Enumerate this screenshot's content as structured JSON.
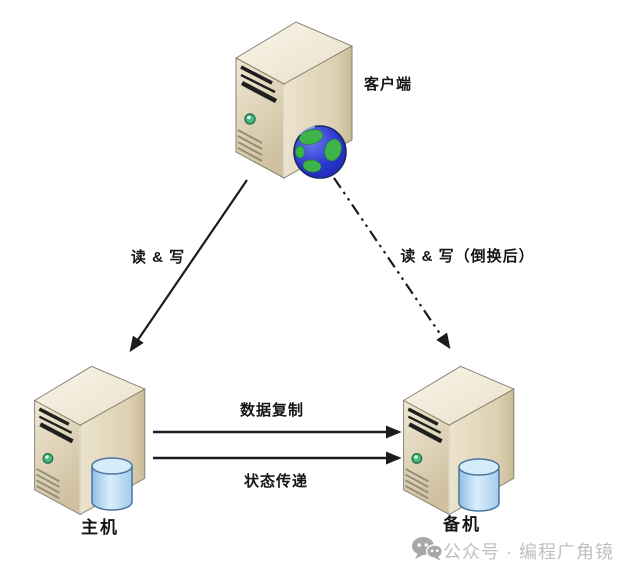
{
  "diagram": {
    "title_context": "primary-backup replication topology",
    "nodes": {
      "client": {
        "label": "客户端"
      },
      "primary": {
        "label": "主机"
      },
      "backup": {
        "label": "备机"
      }
    },
    "edges": {
      "read_write": {
        "label": "读 & 写",
        "style": "solid",
        "from": "client",
        "to": "primary"
      },
      "read_write_switchover": {
        "label": "读 & 写（倒换后）",
        "style": "dash-dot",
        "from": "client",
        "to": "backup"
      },
      "data_replication": {
        "label": "数据复制",
        "style": "solid",
        "from": "primary",
        "to": "backup"
      },
      "state_transfer": {
        "label": "状态传递",
        "style": "solid",
        "from": "primary",
        "to": "backup"
      }
    },
    "watermark": {
      "icon": "wechat-icon",
      "text": "公众号 · 编程广角镜",
      "color": "#c0c0c0"
    },
    "colors": {
      "arrow": "#1c1c1c",
      "server_front": "#e7ddc5",
      "server_side": "#e2d7bd",
      "server_top": "#f4efe0",
      "server_outline": "#8a8170",
      "led_green": "#49b97e",
      "db_fill": "#bcd9f0",
      "db_outline": "#4a74a0",
      "globe_ocean": "#2a35d0",
      "globe_land": "#3cb44a"
    }
  }
}
